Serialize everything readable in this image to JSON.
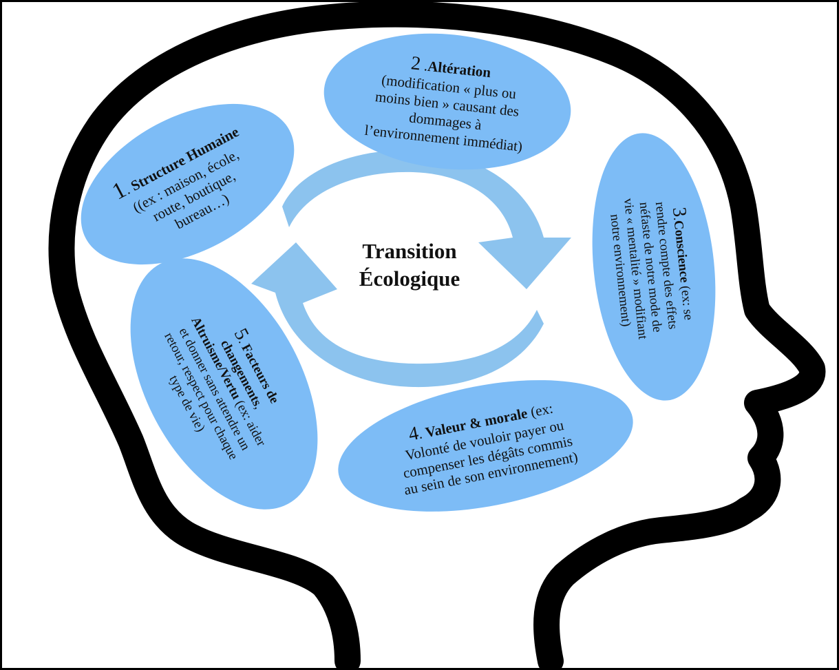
{
  "diagram": {
    "center": {
      "line1": "Transition",
      "line2": "Écologique"
    },
    "nodes": [
      {
        "id": "1",
        "number": "1",
        "title": "Structure Humaine",
        "sep": ". ",
        "lines": [
          "((ex : maison, école,",
          "route, boutique,",
          "bureau…)"
        ]
      },
      {
        "id": "2",
        "number": "2",
        "title": "Altération",
        "sep": " .",
        "lines": [
          "(modification « plus ou",
          "moins bien » causant des",
          "dommages à",
          "l’environnement immédiat)"
        ]
      },
      {
        "id": "3",
        "number": "3",
        "title": "Conscience",
        "sep": ".",
        "lines": [
          " (ex: se",
          "rendre compte des effets",
          "néfaste de notre mode de",
          "vie « mentalité » modifiant",
          "notre environnement)"
        ]
      },
      {
        "id": "4",
        "number": "4",
        "title": "Valeur & morale",
        "sep": ". ",
        "lines": [
          " (ex:",
          "Volonté de vouloir payer ou",
          "compenser les dégâts commis",
          "au sein de son environnement)"
        ]
      },
      {
        "id": "5",
        "number": "5",
        "title": "Facteurs de",
        "sep": ". ",
        "lines": [
          "changements",
          ",",
          "Altruisme/Vertu",
          " (ex: aider",
          "et donner sans attendre un",
          "retour, respect pour chaque",
          "type de vie)"
        ]
      }
    ],
    "colors": {
      "oval_fill": "#7dbcf6",
      "arrow_fill": "#8cc3ee",
      "head_outline": "#000000",
      "text": "#111111"
    }
  }
}
